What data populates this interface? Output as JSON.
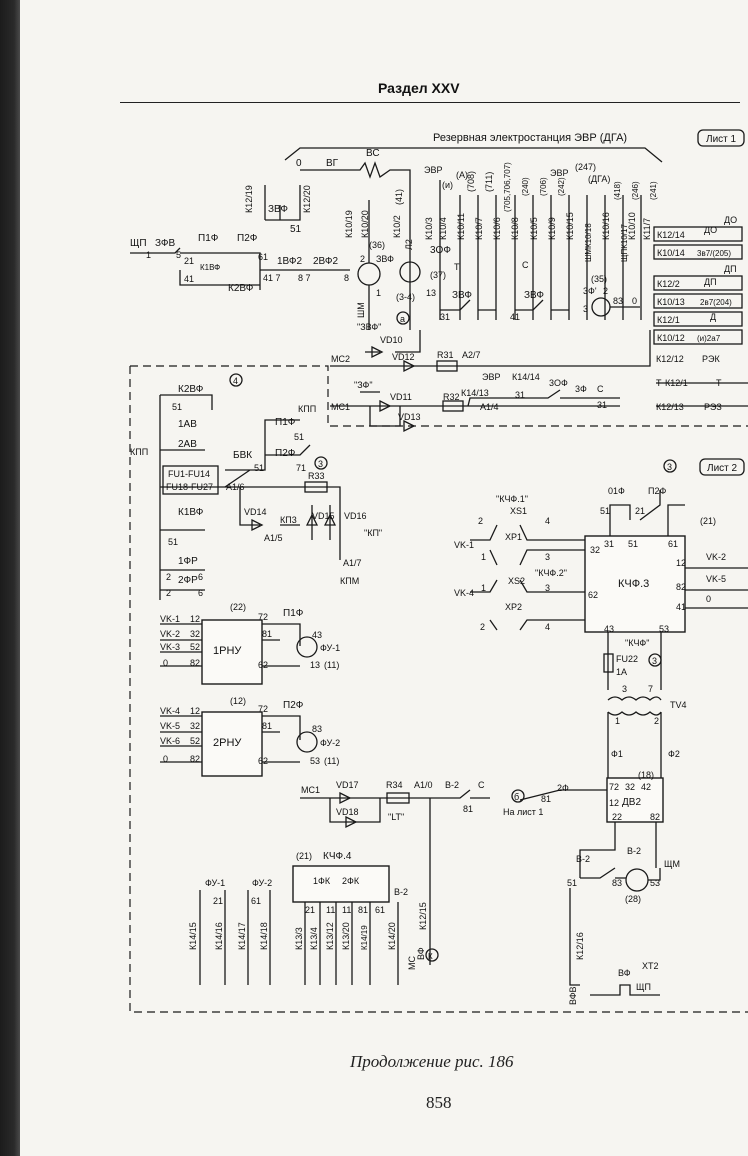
{
  "header": "Раздел XXV",
  "caption": "Продолжение рис. 186",
  "page_number": "858",
  "top_title": "Резервная электростанция ЭВР (ДГА)",
  "sheet1": "Лист 1",
  "sheet2": "Лист 2",
  "labels": {
    "vg": "ВГ",
    "vs": "ВС",
    "zero": "0",
    "k12_19": "К12/19",
    "k12_20": "К12/20",
    "zvf_top": "ЗВФ",
    "n51a": "51",
    "shp": "ЩП",
    "zfv": "ЗФВ",
    "n1": "1",
    "n5": "5",
    "p1f": "П1Ф",
    "p2f": "П2Ф",
    "n21": "21",
    "k1vf": "К1ВФ",
    "n41": "41",
    "n61": "61",
    "v1f2": "1ВФ2",
    "v2f2": "2ВФ2",
    "n41_7": "41 7",
    "n8_7": "8 7",
    "n8": "8",
    "k2vf": "К2ВФ",
    "k10_19": "К10/19",
    "k10_20": "К10/20",
    "n36": "(36)",
    "n2": "2",
    "zvf2": "ЗВФ",
    "shm": "ШМ",
    "n1b": "1",
    "l2": "Л2",
    "n41b": "(41)",
    "k10_2": "К10/2",
    "zof": "3ОФ",
    "n13": "13",
    "n34": "(3-4)",
    "n37": "(37)",
    "evr": "ЭВР",
    "k10_3": "К10/3",
    "k10_4": "К10/4",
    "ia": "(и)",
    "aa": "(А)",
    "k10_11": "К10/11",
    "t": "Т",
    "k10_7": "К10/7",
    "n708": "(708)",
    "k10_6": "К10/6",
    "n711": "(711)",
    "k10_8": "К10/8",
    "n705": "(705,706,707)",
    "c": "С",
    "k10_5": "К10/5",
    "n240": "(240)",
    "n706": "(706)",
    "k10_9": "К10/9",
    "k10_15": "К10/15",
    "n242": "(242)",
    "evr2": "ЭВР",
    "n247": "(247)",
    "dga": "(ДГА)",
    "shmk": "ШМК10/18",
    "k10_16": "К10/16",
    "shpk": "ЩПК10/17",
    "k10_10": "К10/10",
    "n418": "(418)",
    "n246": "(246)",
    "k11_7": "К11/7",
    "n241": "(241)",
    "zvf3": "ЗВФ",
    "zvf4": "ЗВФ",
    "n31": "31",
    "n41c": "41",
    "n35": "(35)",
    "zf": "3Ф'",
    "n2c": "2",
    "n3": "3",
    "n83": "83",
    "n0": "0",
    "k12_14": "К12/14",
    "do1": "ДО",
    "do2": "ДО",
    "k10_14": "К10/14",
    "zv7": "3в7/(205)",
    "k12_2": "К12/2",
    "dp1": "ДП",
    "dp2": "ДП",
    "k10_13": "К10/13",
    "zv7b": "2в7(204)",
    "k12_1": "К12/1",
    "d1": "Д",
    "k10_12": "К10/12",
    "ia2": "(и)2а7",
    "zvfq": "\"ЗВФ\"",
    "a": "а",
    "vd10": "VD10",
    "mc2": "МС2",
    "vd12": "VD12",
    "r31": "R31",
    "a2_7": "А2/7",
    "k12_12": "К12/12",
    "rek": "РЭК",
    "circle4": "4",
    "k2vf2": "К2ВФ",
    "n51b": "51",
    "zfq": "\"ЗФ\"",
    "evr3": "ЭВР",
    "k14_14": "К14/14",
    "zof2": "3ОФ",
    "vd11": "VD11",
    "k14_13": "К14/13",
    "n31b": "31",
    "zf2": "3Ф",
    "c2": "С",
    "n31c": "31",
    "t2": "Т",
    "k12_1b": "К12/1",
    "t3": "Т",
    "mc1": "МС1",
    "r32": "R32",
    "a1_4": "А1/4",
    "vd13": "VD13",
    "k12_13": "К12/13",
    "rez": "РЭЗ",
    "kpp": "КПП",
    "p1f2": "П1Ф",
    "n51c": "51",
    "av1": "1АВ",
    "av2": "2АВ",
    "bvk": "БВК",
    "p2f2": "П2Ф",
    "n51d": "51",
    "n71": "71",
    "circle3": "3",
    "kpp2": "КПП",
    "fu1": "FU1-FU14",
    "fu18": "FU18-FU27",
    "a1_6": "А1/6",
    "r33": "R33",
    "k1vf2": "К1ВФ",
    "n51e": "51",
    "vd14": "VD14",
    "kp3": "КП3",
    "vd15": "VD15",
    "vd16": "VD16",
    "kpq": "\"КП\"",
    "a1_5": "А1/5",
    "a1_7": "А1/7",
    "kpm": "КПМ",
    "fr1": "1ФР",
    "n2a": "2",
    "n6a": "6",
    "fr2": "2ФР",
    "n2b": "2",
    "n6b": "6",
    "kcf1": "\"КЧФ.1\"",
    "xs1": "XS1",
    "vk1": "VK-1",
    "n2d": "2",
    "n4d": "4",
    "xp1": "XP1",
    "n1d": "1",
    "n3d": "3",
    "kcf2": "\"КЧФ.2\"",
    "xs2": "XS2",
    "vk4": "VK-4",
    "n1e": "1",
    "n3e": "3",
    "xp2": "XP2",
    "n2e": "2",
    "n4e": "4",
    "circle3b": "3",
    "o1f": "01Ф",
    "p2f3": "П2Ф",
    "n21b": "(21)",
    "kcf3": "КЧФ.3",
    "n32": "32",
    "n31d": "31",
    "n51f": "51",
    "n21c": "21",
    "n61b": "61",
    "vk2": "VK-2",
    "n12": "12",
    "vk5": "VK-5",
    "n82": "82",
    "n41d": "41",
    "n0b": "0",
    "n62": "62",
    "n43": "43",
    "n53": "53",
    "kcfq": "\"КЧФ\"",
    "fu22": "FU22",
    "n1a": "1А",
    "circle3c": "3",
    "n3f": "3",
    "n7": "7",
    "tv4": "TV4",
    "n1f": "1",
    "n2f": "2",
    "f1": "Ф1",
    "f2": "Ф2",
    "n22": "(22)",
    "rnu1": "1РНУ",
    "vk1b": "VK-1",
    "n12b": "12",
    "vk2b": "VK-2",
    "n32b": "32",
    "vk3": "VK-3",
    "n52": "52",
    "n0c": "0",
    "n82b": "82",
    "n72": "72",
    "p1f3": "П1Ф",
    "n81": "81",
    "n43b": "43",
    "fu1b": "ФУ-1",
    "n62b": "62",
    "n13b": "13",
    "n11a": "(11)",
    "n12c": "(12)",
    "rnu2": "2РНУ",
    "vk4b": "VK-4",
    "n12d": "12",
    "vk5b": "VK-5",
    "n32c": "32",
    "vk6": "VK-6",
    "n52b": "52",
    "n0d": "0",
    "n82c": "82",
    "n72b": "72",
    "p2f4": "П2Ф",
    "n81b": "81",
    "n83b": "83",
    "fu2": "ФУ-2",
    "n62c": "62",
    "n53b": "53",
    "n11b": "(11)",
    "mc1b": "МС1",
    "vd17": "VD17",
    "r34": "R34",
    "a1_0": "А1/0",
    "v2": "В-2",
    "c3": "С",
    "n81c": "81",
    "vd18": "VD18",
    "lt": "\"LT\"",
    "circle6": "б",
    "f2b": "2Ф",
    "n81d": "81",
    "to_sheet1": "На лист 1",
    "n18": "(18)",
    "n72c": "72",
    "n32d": "32",
    "n42": "42",
    "dv2": "ДВ2",
    "n12e": "12",
    "n22b": "22",
    "n82d": "82",
    "n21d": "(21)",
    "kcf4": "КЧФ.4",
    "fu1c": "ФУ-1",
    "fu2b": "ФУ-2",
    "fk1": "1ФК",
    "fk2": "2ФК",
    "v2b": "В-2",
    "n21e": "21",
    "n61c": "61",
    "n21f": "21",
    "n11c": "11",
    "n11d": "11",
    "n81e": "81",
    "n61d": "61",
    "k14_15": "К14/15",
    "k14_16": "К14/16",
    "k14_17": "К14/17",
    "k14_18": "К14/18",
    "k13_3": "К13/3",
    "k13_4": "К13/4",
    "k13_12": "К13/12",
    "k13_20": "К13/20",
    "k14_19": "К14/19",
    "k14_20": "К14/20",
    "k12_15": "К12/15",
    "mc": "МС",
    "vf": "ВФ",
    "k": "К",
    "v2c": "В-2",
    "v2d": "В-2",
    "shm2": "ЩМ",
    "n51g": "51",
    "n83c": "83",
    "n53c": "53",
    "n28": "(28)",
    "k12_16": "К12/16",
    "vfv": "ВФВ",
    "vf2": "ВФ",
    "xt2": "XT2",
    "shp2": "ЩП"
  }
}
